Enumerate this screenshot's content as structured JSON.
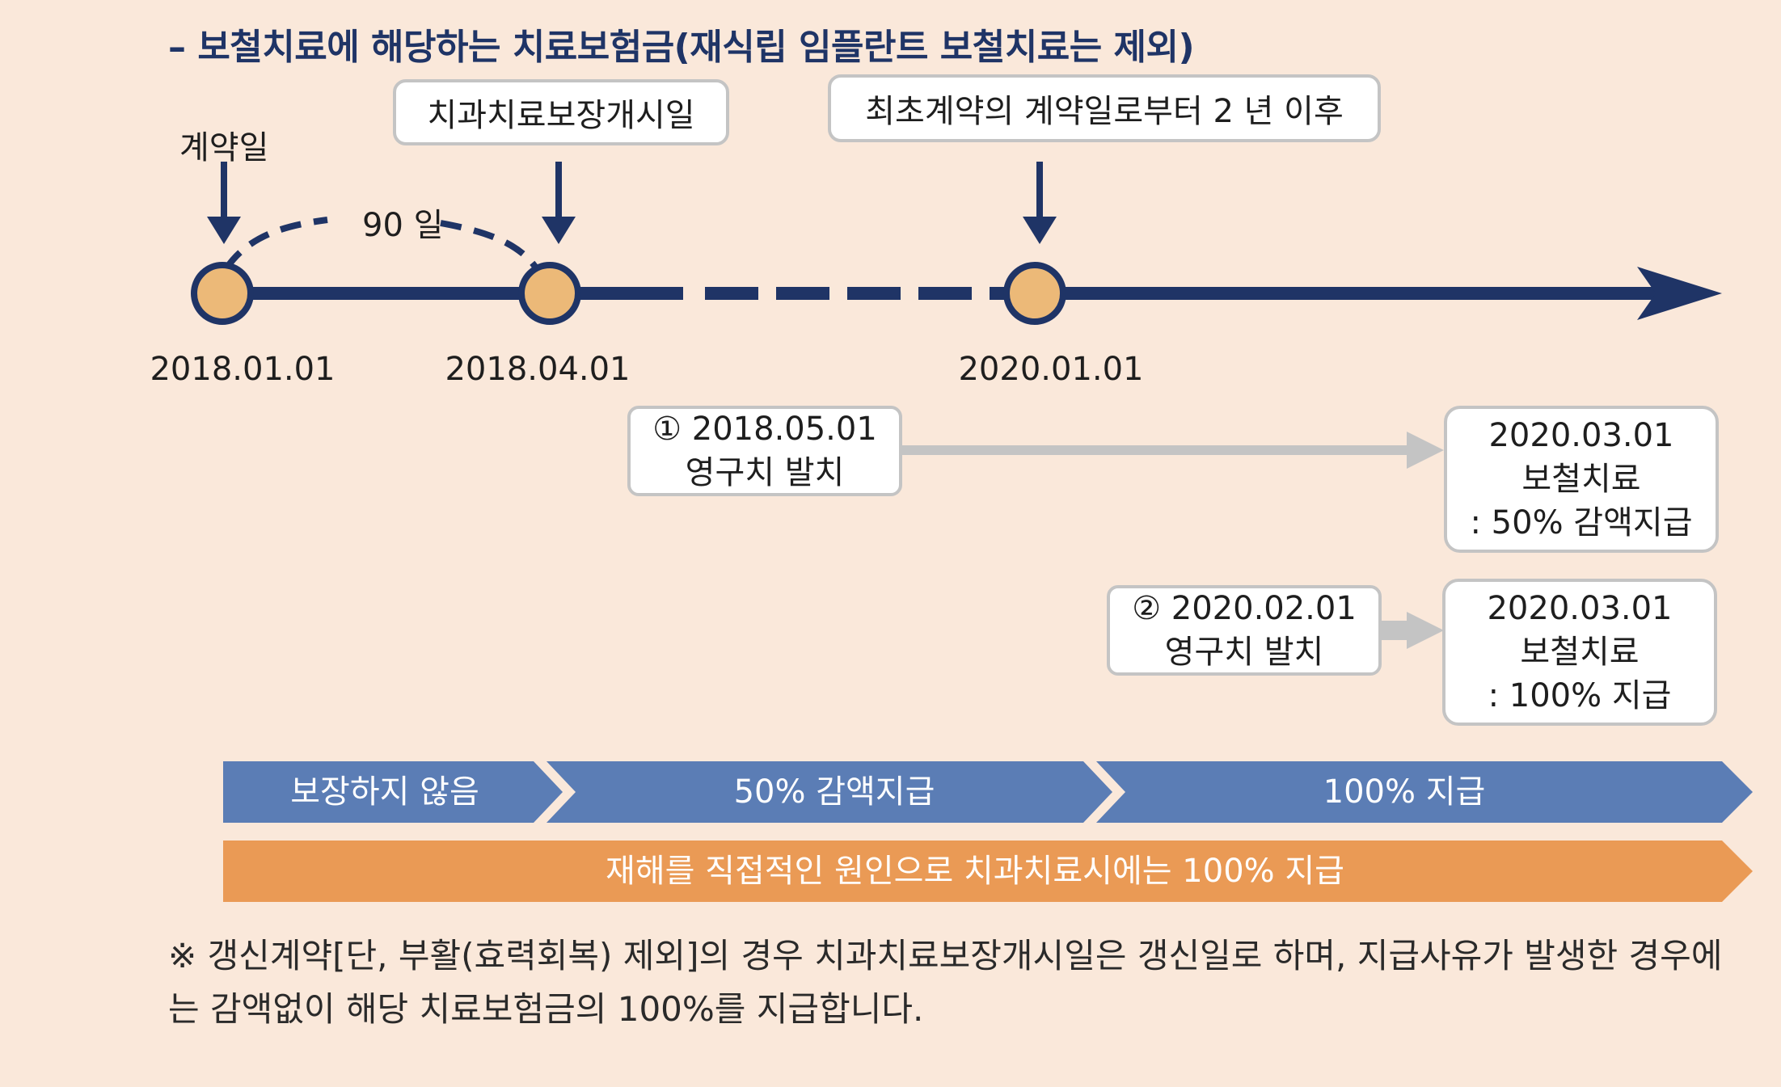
{
  "title": "– 보철치료에 해당하는 치료보험금(재식립 임플란트 보철치료는 제외)",
  "callouts": {
    "contract_day": "계약일",
    "coverage_start": "치과치료보장개시일",
    "two_years_after": "최초계약의 계약일로부터 2 년 이후"
  },
  "interval_label": "90 일",
  "timeline_dates": [
    "2018.01.01",
    "2018.04.01",
    "2020.01.01"
  ],
  "cases": [
    {
      "marker": "①",
      "start_date": "2018.05.01",
      "start_event": "영구치 발치",
      "end_date": "2020.03.01",
      "end_event": "보철치료",
      "end_result": ": 50% 감액지급"
    },
    {
      "marker": "②",
      "start_date": "2020.02.01",
      "start_event": "영구치 발치",
      "end_date": "2020.03.01",
      "end_event": "보철치료",
      "end_result": ": 100% 지급"
    }
  ],
  "bands": {
    "segments": [
      "보장하지 않음",
      "50% 감액지급",
      "100% 지급"
    ],
    "accident": "재해를 직접적인 원인으로 치과치료시에는 100% 지급"
  },
  "note": "※ 갱신계약[단, 부활(효력회복) 제외]의 경우 치과치료보장개시일은 갱신일로 하며, 지급사유가 발생한 경우에는 감액없이 해당 치료보험금의 100%를 지급합니다.",
  "colors": {
    "background": "#fae8da",
    "navy": "#1f3466",
    "node_fill": "#ecb978",
    "blue_band": "#5b7db5",
    "orange_band": "#ea9a55",
    "gray_arrow": "#c4c4c4"
  }
}
